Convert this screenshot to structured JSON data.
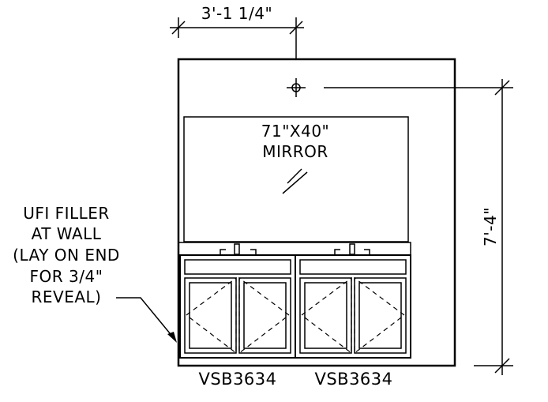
{
  "dimensions": {
    "top_width": "3'-1 1/4\"",
    "height": "7'-4\""
  },
  "mirror": {
    "size_label": "71\"X40\"",
    "name_label": "MIRROR"
  },
  "filler_note": {
    "lines": [
      "UFI FILLER",
      "AT WALL",
      "(LAY ON END",
      "FOR 3/4\"",
      "REVEAL)"
    ]
  },
  "cabinets": [
    {
      "label": "VSB3634"
    },
    {
      "label": "VSB3634"
    }
  ]
}
